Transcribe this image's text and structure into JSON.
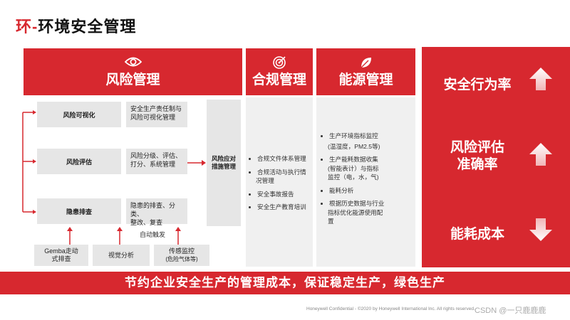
{
  "title": {
    "prefix": "环-",
    "main": "环境安全管理"
  },
  "headers": {
    "risk": "风险管理",
    "compliance": "合规管理",
    "energy": "能源管理"
  },
  "icons": {
    "risk": "eye-icon",
    "compliance": "target-icon",
    "energy": "leaf-icon",
    "up": "arrow-up-icon",
    "down": "arrow-down-icon"
  },
  "risk": {
    "rows": [
      {
        "label": "风险可视化",
        "desc": [
          "安全生产责任制与",
          "风险可视化管理"
        ]
      },
      {
        "label": "风险评估",
        "desc": [
          "风险分级、评估、",
          "打分、系统管理"
        ]
      },
      {
        "label": "隐患排查",
        "desc": [
          "隐患的排查、分类、",
          "整改、复查"
        ]
      }
    ],
    "response": [
      "风险应对",
      "措施管理"
    ],
    "auto_trigger": "自动触发",
    "sources": [
      {
        "lines": [
          "Gemba走动",
          "式排查"
        ]
      },
      {
        "lines": [
          "视觉分析"
        ]
      },
      {
        "lines": [
          "传感监控",
          "(危险气体等)"
        ]
      }
    ]
  },
  "compliance": {
    "items": [
      "合规文件体系管理",
      "合规活动与执行情",
      "况管理",
      "安全事故报告",
      "安全生产教育培训"
    ]
  },
  "energy": {
    "items": [
      "生产环境指标监控",
      "(温湿度，PM2.5等)",
      "生产能耗数据收集",
      "(智能表计）与指标",
      "监控（电，水，气)",
      "能耗分析",
      "根据历史数据与行业",
      "指标优化能源使用配",
      "置"
    ]
  },
  "metrics": [
    "安全行为率",
    "风险评估",
    "准确率",
    "能耗成本"
  ],
  "bottom_banner": "节约企业安全生产的管理成本，保证稳定生产，绿色生产",
  "footer": "Honeywell Confidential - ©2020 by Honeywell International Inc. All rights reserved.",
  "watermark": "CSDN @一只鹿鹿鹿",
  "colors": {
    "accent": "#d7282f",
    "panel": "#f0f0f0",
    "box": "#e6e6e6"
  }
}
